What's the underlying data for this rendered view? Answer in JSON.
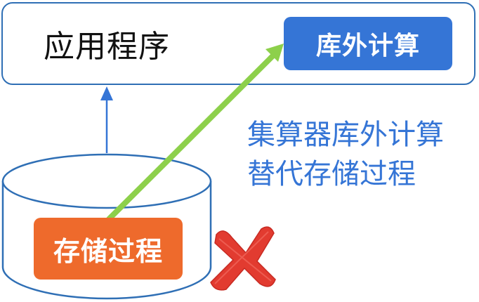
{
  "application": {
    "label": "应用程序"
  },
  "offdb_compute": {
    "label": "库外计算"
  },
  "note": {
    "line1": "集算器库外计算",
    "line2": "替代存储过程"
  },
  "stored_procedure": {
    "label": "存储过程"
  },
  "colors": {
    "blue": "#3575d6",
    "border_blue": "#2f6fb5",
    "orange": "#ee6a2c",
    "green": "#8dd04b",
    "red": "#e23b30"
  }
}
